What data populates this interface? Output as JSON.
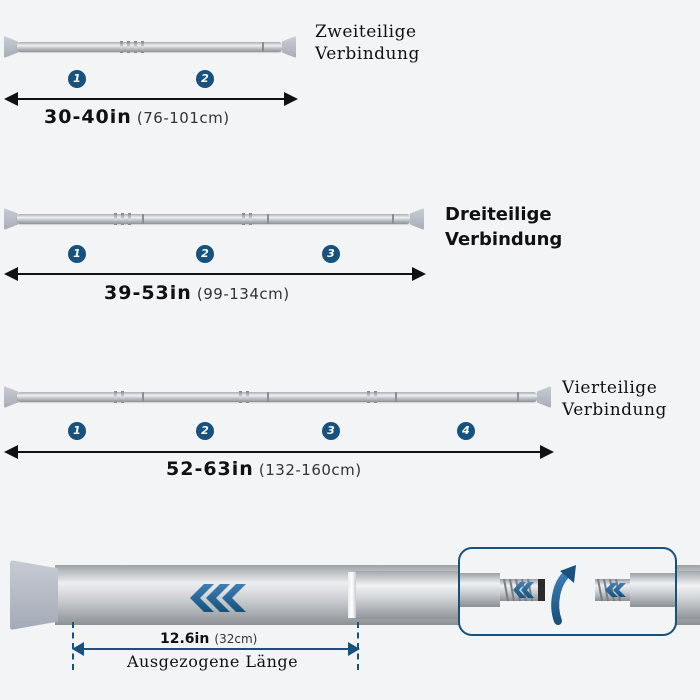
{
  "colors": {
    "accent": "#16527d",
    "text": "#111111",
    "background": "#f3f4f5"
  },
  "variants": [
    {
      "label_line1": "Zweiteilige",
      "label_line2": "Verbindung",
      "range_in": "30-40in",
      "range_cm": "(76-101cm)",
      "numbers": [
        "1",
        "2"
      ]
    },
    {
      "label_line1": "Dreiteilige",
      "label_line2": "Verbindung",
      "range_in": "39-53in",
      "range_cm": "(99-134cm)",
      "numbers": [
        "1",
        "2",
        "3"
      ]
    },
    {
      "label_line1": "Vierteilige",
      "label_line2": "Verbindung",
      "range_in": "52-63in",
      "range_cm": "(132-160cm)",
      "numbers": [
        "1",
        "2",
        "3",
        "4"
      ]
    }
  ],
  "detail": {
    "length_in": "12.6in",
    "length_cm": "(32cm)",
    "caption": "Ausgezogene Länge",
    "arrow_icon": "chevron-left-icon",
    "rotate_icon": "curved-arrow-up-icon"
  }
}
